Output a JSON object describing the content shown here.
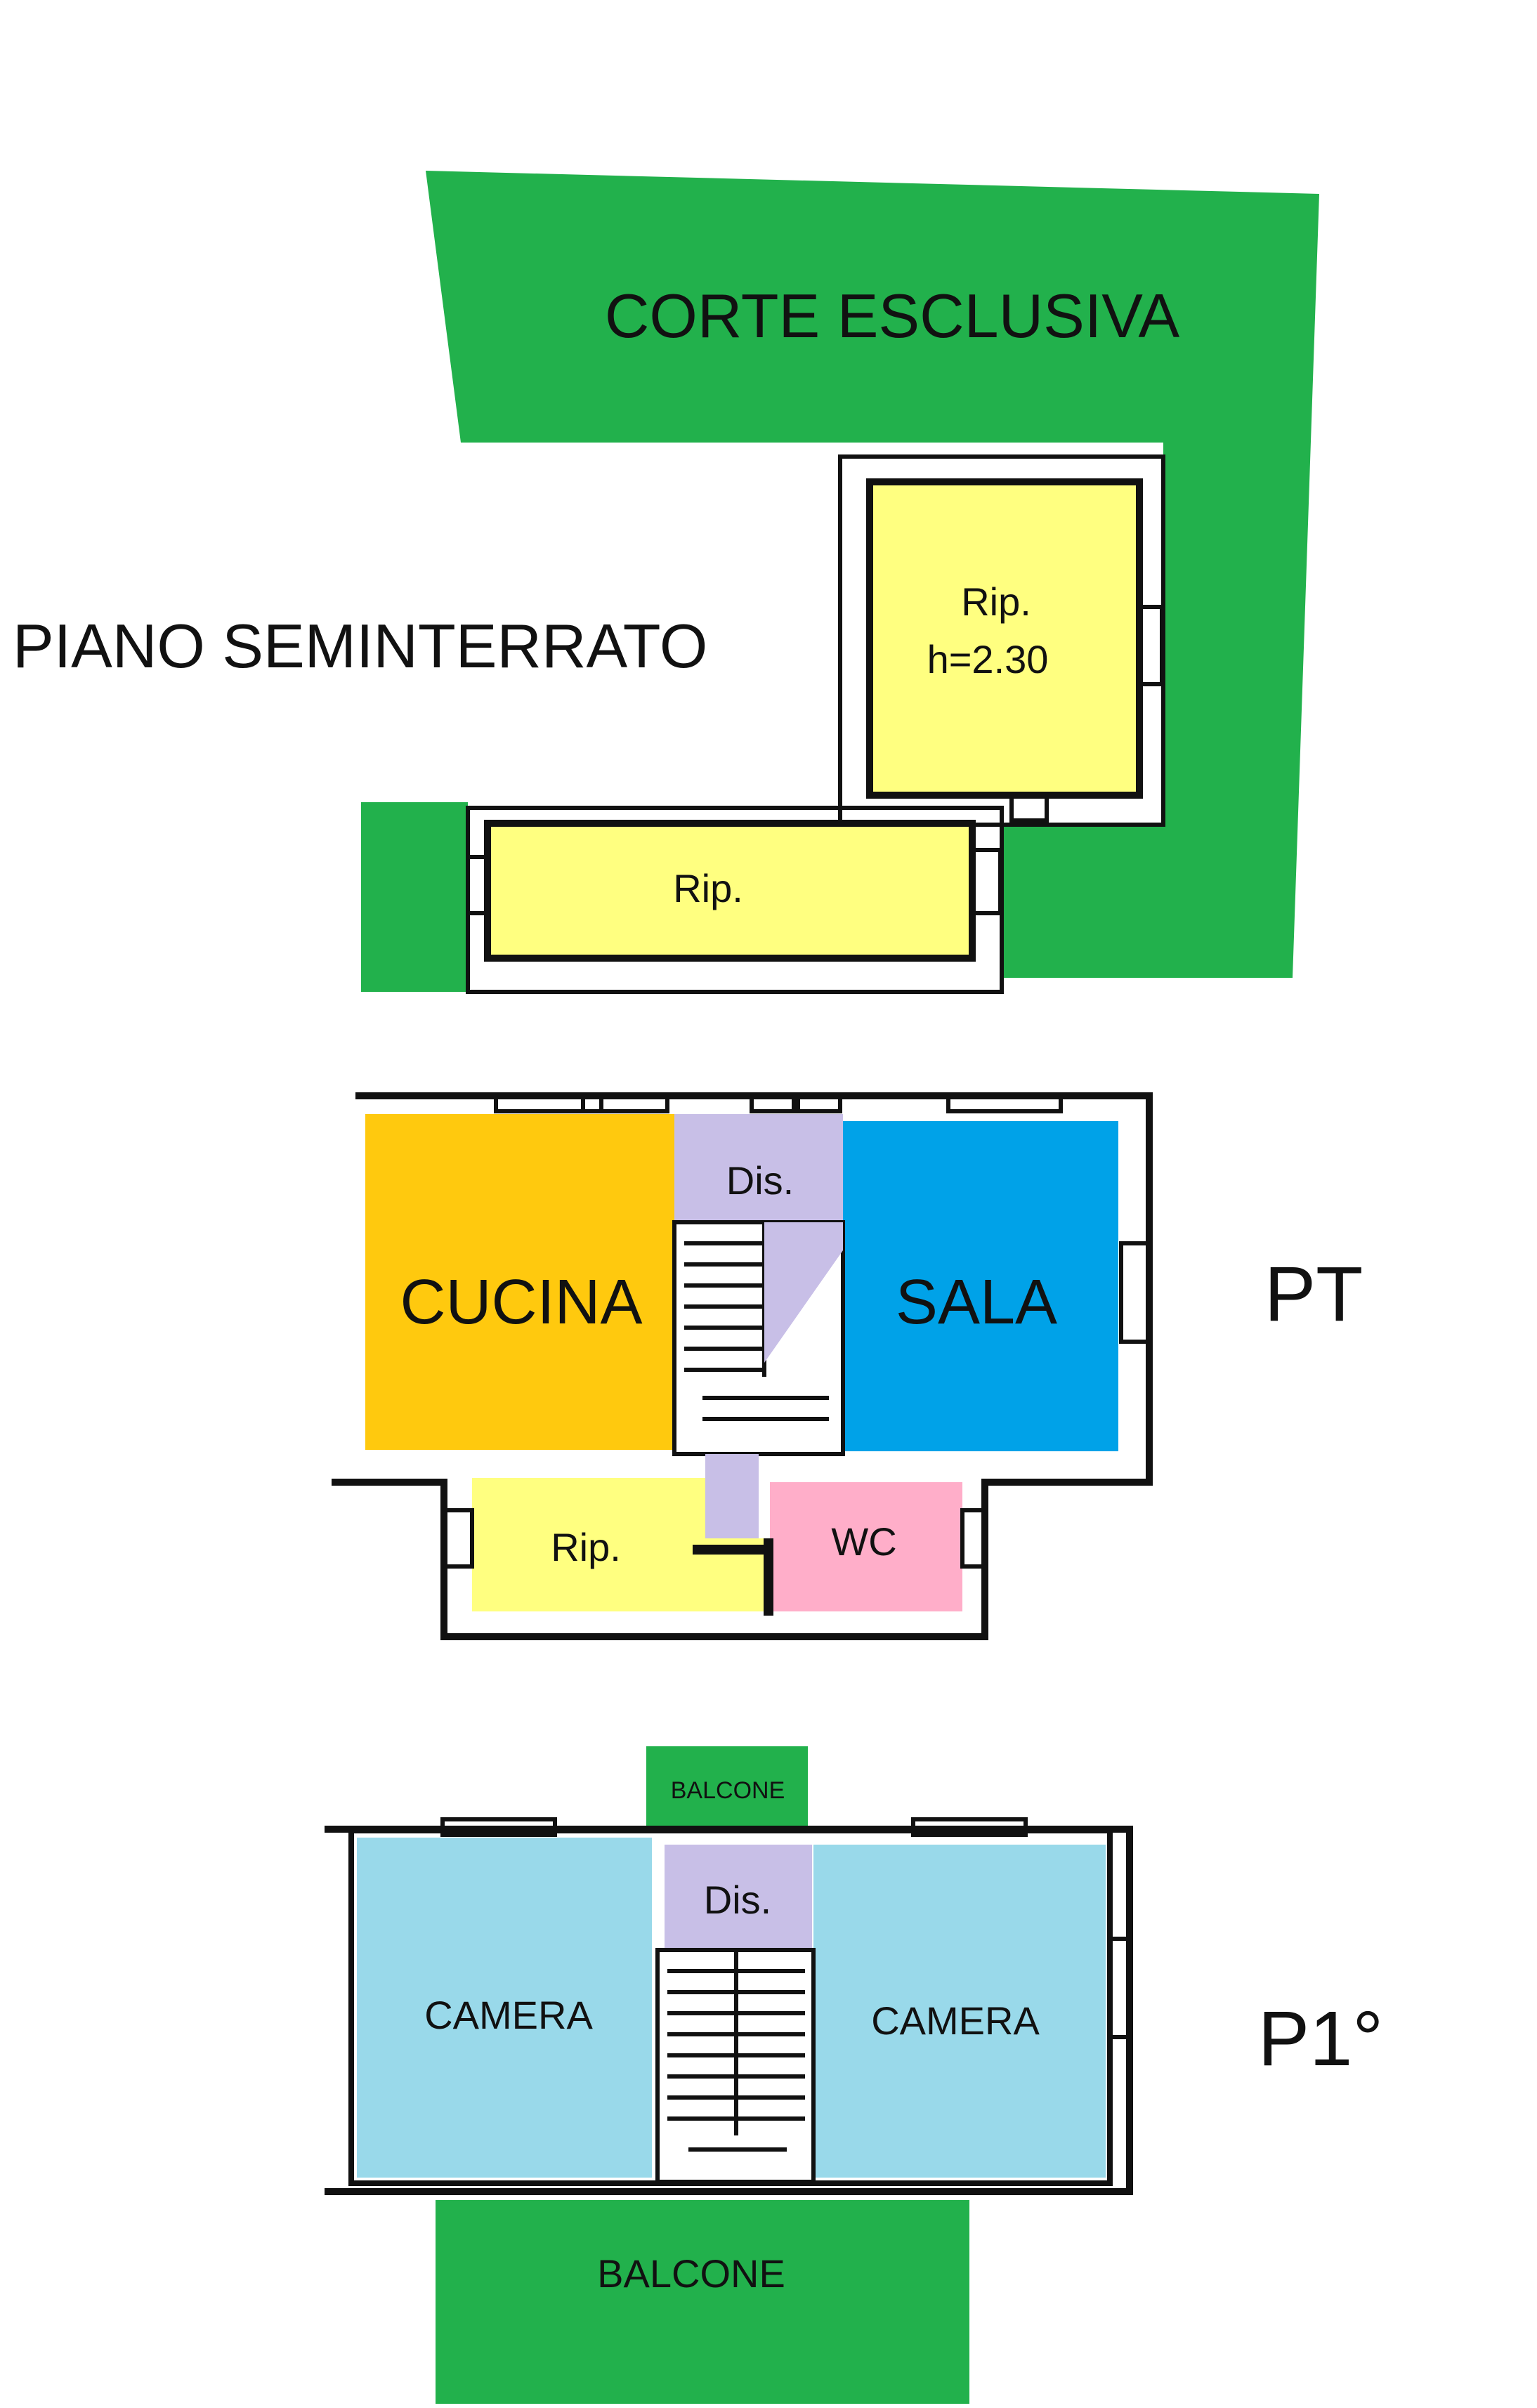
{
  "colors": {
    "garden": "#22b14c",
    "storage": "#ffff80",
    "kitchen": "#ffc90e",
    "living": "#00a2e8",
    "hall": "#c8bfe7",
    "wc": "#ffaec9",
    "bedroom": "#99d9ea",
    "wall": "#111111"
  },
  "basement": {
    "floor_label": "PIANO SEMINTERRATO",
    "court_label": "CORTE ESCLUSIVA",
    "storage_upper_label": "Rip.",
    "storage_upper_height": "h=2.30",
    "storage_lower_label": "Rip."
  },
  "ground_floor": {
    "floor_label": "PT",
    "kitchen_label": "CUCINA",
    "hall_label": "Dis.",
    "living_label": "SALA",
    "storage_label": "Rip.",
    "wc_label": "WC"
  },
  "first_floor": {
    "floor_label": "P1°",
    "balcony_top_label": "BALCONE",
    "hall_label": "Dis.",
    "bedroom_left_label": "CAMERA",
    "bedroom_right_label": "CAMERA",
    "balcony_bottom_label": "BALCONE"
  }
}
